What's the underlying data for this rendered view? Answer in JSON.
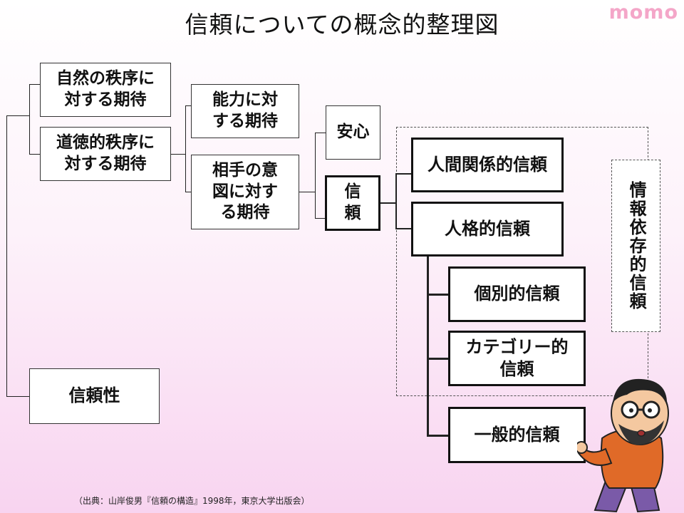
{
  "header": {
    "title": "信頼についての概念的整理図",
    "brand": "momo"
  },
  "nodes": {
    "natural_order": "自然の秩序に\n対する期待",
    "moral_order": "道徳的秩序に\n対する期待",
    "ability": "能力に対\nする期待",
    "intention": "相手の意\n図に対す\nる期待",
    "assurance": "安心",
    "trust": "信\n頼",
    "relational_trust": "人間関係的信頼",
    "personal_trust": "人格的信頼",
    "individual_trust": "個別的信頼",
    "category_trust": "カテゴリー的\n信頼",
    "general_trust": "一般的信頼",
    "trustworthiness": "信頼性",
    "information_dependent_trust": "情報依存的信頼"
  },
  "colors": {
    "brand": "#f4a6c8",
    "background_top": "#ffffff",
    "background_bottom": "#f8d4f0"
  },
  "footer": {
    "citation": "（出典：山岸俊男『信頼の構造』1998年，東京大学出版会）"
  }
}
